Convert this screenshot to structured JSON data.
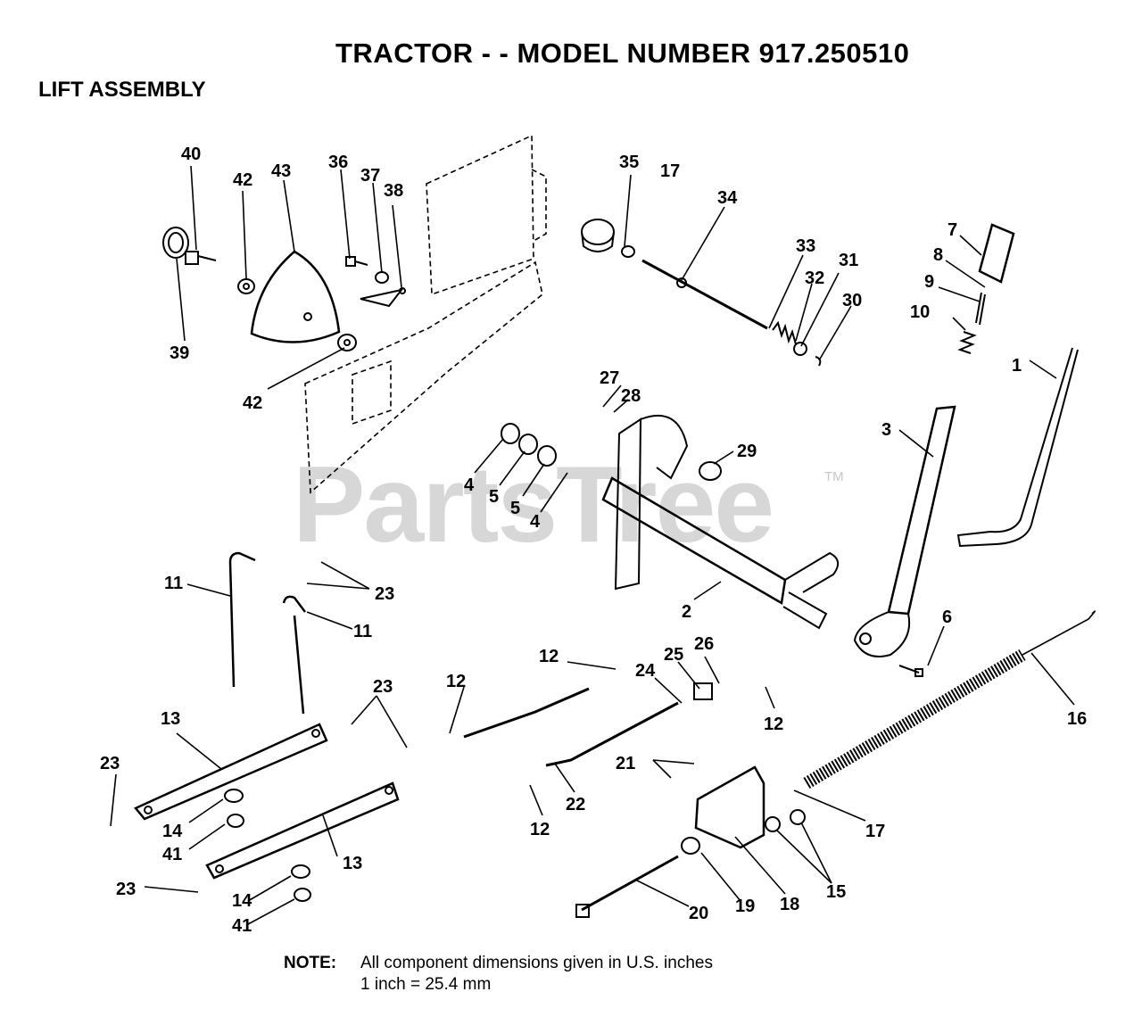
{
  "header": {
    "title": "TRACTOR - - MODEL NUMBER 917.250510",
    "subtitle": "LIFT ASSEMBLY"
  },
  "watermark": {
    "text": "PartsTree",
    "tm": "TM"
  },
  "note": {
    "label": "NOTE:",
    "line1": "All component dimensions given in U.S. inches",
    "line2": "1 inch = 25.4 mm"
  },
  "callouts": [
    {
      "id": "c40a",
      "label": "40"
    },
    {
      "id": "c42a",
      "label": "42"
    },
    {
      "id": "c43",
      "label": "43"
    },
    {
      "id": "c36",
      "label": "36"
    },
    {
      "id": "c37",
      "label": "37"
    },
    {
      "id": "c38",
      "label": "38"
    },
    {
      "id": "c39",
      "label": "39"
    },
    {
      "id": "c42b",
      "label": "42"
    },
    {
      "id": "c35",
      "label": "35"
    },
    {
      "id": "c17a",
      "label": "17"
    },
    {
      "id": "c34",
      "label": "34"
    },
    {
      "id": "c33",
      "label": "33"
    },
    {
      "id": "c32",
      "label": "32"
    },
    {
      "id": "c31",
      "label": "31"
    },
    {
      "id": "c30",
      "label": "30"
    },
    {
      "id": "c7",
      "label": "7"
    },
    {
      "id": "c8",
      "label": "8"
    },
    {
      "id": "c9",
      "label": "9"
    },
    {
      "id": "c10",
      "label": "10"
    },
    {
      "id": "c1",
      "label": "1"
    },
    {
      "id": "c3",
      "label": "3"
    },
    {
      "id": "c27",
      "label": "27"
    },
    {
      "id": "c28",
      "label": "28"
    },
    {
      "id": "c29",
      "label": "29"
    },
    {
      "id": "c4a",
      "label": "4"
    },
    {
      "id": "c5a",
      "label": "5"
    },
    {
      "id": "c5b",
      "label": "5"
    },
    {
      "id": "c4b",
      "label": "4"
    },
    {
      "id": "c2",
      "label": "2"
    },
    {
      "id": "c6",
      "label": "6"
    },
    {
      "id": "c11a",
      "label": "11"
    },
    {
      "id": "c23a",
      "label": "23"
    },
    {
      "id": "c11b",
      "label": "11"
    },
    {
      "id": "c23b",
      "label": "23"
    },
    {
      "id": "c13a",
      "label": "13"
    },
    {
      "id": "c23c",
      "label": "23"
    },
    {
      "id": "c14a",
      "label": "14"
    },
    {
      "id": "c41a",
      "label": "41"
    },
    {
      "id": "c13b",
      "label": "13"
    },
    {
      "id": "c23d",
      "label": "23"
    },
    {
      "id": "c14b",
      "label": "14"
    },
    {
      "id": "c41b",
      "label": "41"
    },
    {
      "id": "c12a",
      "label": "12"
    },
    {
      "id": "c12b",
      "label": "12"
    },
    {
      "id": "c24",
      "label": "24"
    },
    {
      "id": "c25",
      "label": "25"
    },
    {
      "id": "c26",
      "label": "26"
    },
    {
      "id": "c12c",
      "label": "12"
    },
    {
      "id": "c21",
      "label": "21"
    },
    {
      "id": "c22",
      "label": "22"
    },
    {
      "id": "c12d",
      "label": "12"
    },
    {
      "id": "c16",
      "label": "16"
    },
    {
      "id": "c17b",
      "label": "17"
    },
    {
      "id": "c15",
      "label": "15"
    },
    {
      "id": "c18",
      "label": "18"
    },
    {
      "id": "c19",
      "label": "19"
    },
    {
      "id": "c20",
      "label": "20"
    }
  ]
}
